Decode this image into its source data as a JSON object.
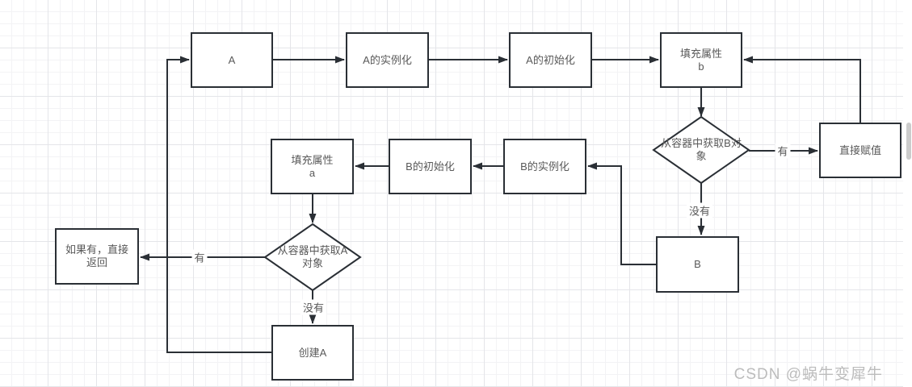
{
  "watermark": {
    "text": "CSDN @蜗牛变犀牛"
  },
  "nodes": {
    "a": {
      "label": "A"
    },
    "a_instantiation": {
      "label": "A的实例化"
    },
    "a_initialization": {
      "label": "A的初始化"
    },
    "fill_property_b": {
      "lines": [
        "填充属性",
        "b"
      ]
    },
    "direct_assignment": {
      "label": "直接赋值"
    },
    "get_b_from_container": {
      "lines": [
        "从容器中获取B对",
        "象"
      ]
    },
    "b": {
      "label": "B"
    },
    "b_instantiation": {
      "label": "B的实例化"
    },
    "b_initialization": {
      "label": "B的初始化"
    },
    "fill_property_a": {
      "lines": [
        "填充属性",
        "a"
      ]
    },
    "get_a_from_container": {
      "lines": [
        "从容器中获取A",
        "对象"
      ]
    },
    "if_exists_return": {
      "lines": [
        "如果有，直接",
        "返回"
      ]
    },
    "create_a": {
      "label": "创建A"
    }
  },
  "edge_labels": {
    "get_b_yes": "有",
    "get_b_no": "没有",
    "get_a_yes": "有",
    "get_a_no": "没有"
  },
  "colors": {
    "shape_stroke": "#2a2f35",
    "shape_fill": "#ffffff",
    "text": "#595959",
    "grid_minor": "#f3f3f5",
    "grid_major": "#e4e5e9",
    "watermark": "#bcbcbc"
  }
}
